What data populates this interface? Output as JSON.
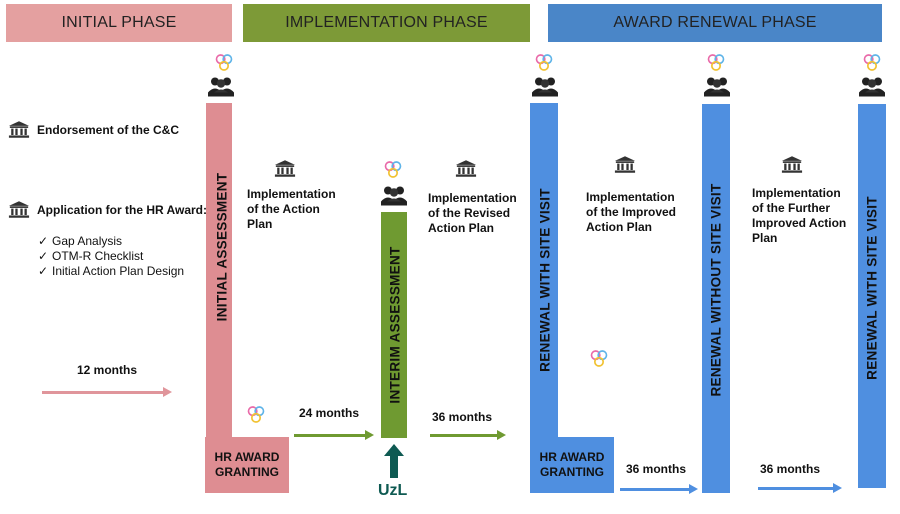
{
  "phases": {
    "initial": "INITIAL PHASE",
    "implementation": "IMPLEMENTATION PHASE",
    "award_renewal": "AWARD RENEWAL PHASE"
  },
  "left": {
    "endorsement": "Endorsement of the C&C",
    "application": "Application for the HR Award:",
    "checklist": [
      "Gap Analysis",
      "OTM-R Checklist",
      "Initial Action Plan Design"
    ],
    "duration": "12 months"
  },
  "columns": {
    "initial_assessment": "INITIAL ASSESSMENT",
    "interim_assessment": "INTERIM ASSESSMENT",
    "renewal_with_site_visit_1": "RENEWAL WITH SITE VISIT",
    "renewal_without_site_visit": "RENEWAL WITHOUT SITE VISIT",
    "renewal_with_site_visit_2": "RENEWAL WITH SITE VISIT"
  },
  "boxes": {
    "hr_award_granting_1": [
      "HR AWARD",
      "GRANTING"
    ],
    "hr_award_granting_2": [
      "HR AWARD",
      "GRANTING"
    ]
  },
  "implementation": {
    "action_plan": [
      "Implementation",
      "of the Action",
      "Plan"
    ],
    "revised": [
      "Implementation",
      "of the Revised",
      "Action Plan"
    ],
    "improved": [
      "Implementation",
      "of the Improved",
      "Action Plan"
    ],
    "further": [
      "Implementation",
      "of the Further",
      "Improved Action",
      "Plan"
    ]
  },
  "durations": {
    "d24": "24 months",
    "d36a": "36 months",
    "d36b": "36 months",
    "d36c": "36 months"
  },
  "uzl": "UzL",
  "colors": {
    "initial": "#de8d92",
    "implementation": "#6f9a31",
    "award": "#4f8fe0",
    "uzl_arrow": "#0e5a52"
  },
  "icons": [
    "building-icon",
    "assessors-icon",
    "euraxess-logo-icon",
    "check-icon",
    "arrow-right-icon",
    "arrow-up-icon"
  ]
}
